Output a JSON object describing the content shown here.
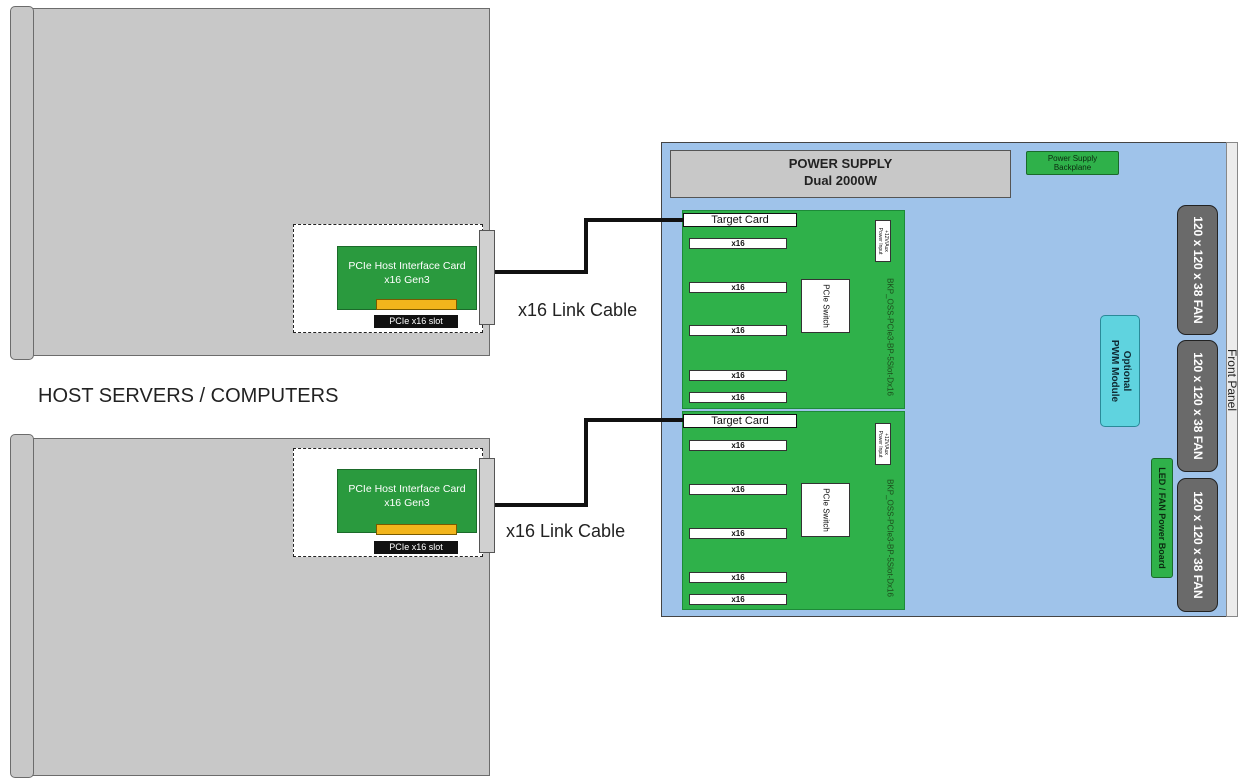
{
  "host": {
    "label": "HOST SERVERS / COMPUTERS",
    "servers": [
      {
        "card": {
          "line1": "PCIe Host Interface Card",
          "line2": "x16 Gen3"
        },
        "slot": "PCIe x16 slot",
        "cable_label": "x16 Link Cable"
      },
      {
        "card": {
          "line1": "PCIe Host Interface Card",
          "line2": "x16 Gen3"
        },
        "slot": "PCIe x16 slot",
        "cable_label": "x16 Link Cable"
      }
    ]
  },
  "enclosure": {
    "power_supply": {
      "line1": "POWER SUPPLY",
      "line2": "Dual 2000W"
    },
    "psu_backplane": {
      "line1": "Power Supply",
      "line2": "Backplane"
    },
    "backplanes": [
      {
        "target_card": "Target Card",
        "slots": [
          "x16",
          "x16",
          "x16",
          "x16",
          "x16"
        ],
        "switch": "PCIe Switch",
        "power_input": {
          "line1": "+12V/Aux",
          "line2": "Power Input"
        },
        "label": "BKP_OSS-PCIe3-BP-5Slot-Dx16"
      },
      {
        "target_card": "Target Card",
        "slots": [
          "x16",
          "x16",
          "x16",
          "x16",
          "x16"
        ],
        "switch": "PCIe Switch",
        "power_input": {
          "line1": "+12V/Aux",
          "line2": "Power Input"
        },
        "label": "BKP_OSS-PCIe3-BP-5Slot-Dx16"
      }
    ],
    "pwm": {
      "line1": "Optional",
      "line2": "PWM Module"
    },
    "led_board": "LED / FAN Power Board",
    "fans": [
      "120 x 120 x 38 FAN",
      "120 x 120 x 38 FAN",
      "120 x 120 x 38 FAN"
    ],
    "front_panel": "Front Panel"
  },
  "colors": {
    "server": "#c8c8c8",
    "card_green": "#2a9a3e",
    "backplane_green": "#2fb14a",
    "enclosure_blue": "#9fc3ea",
    "fan_gray": "#6a6a6a",
    "pwm_cyan": "#5fd3df",
    "gold_finger": "#f2b51c"
  }
}
